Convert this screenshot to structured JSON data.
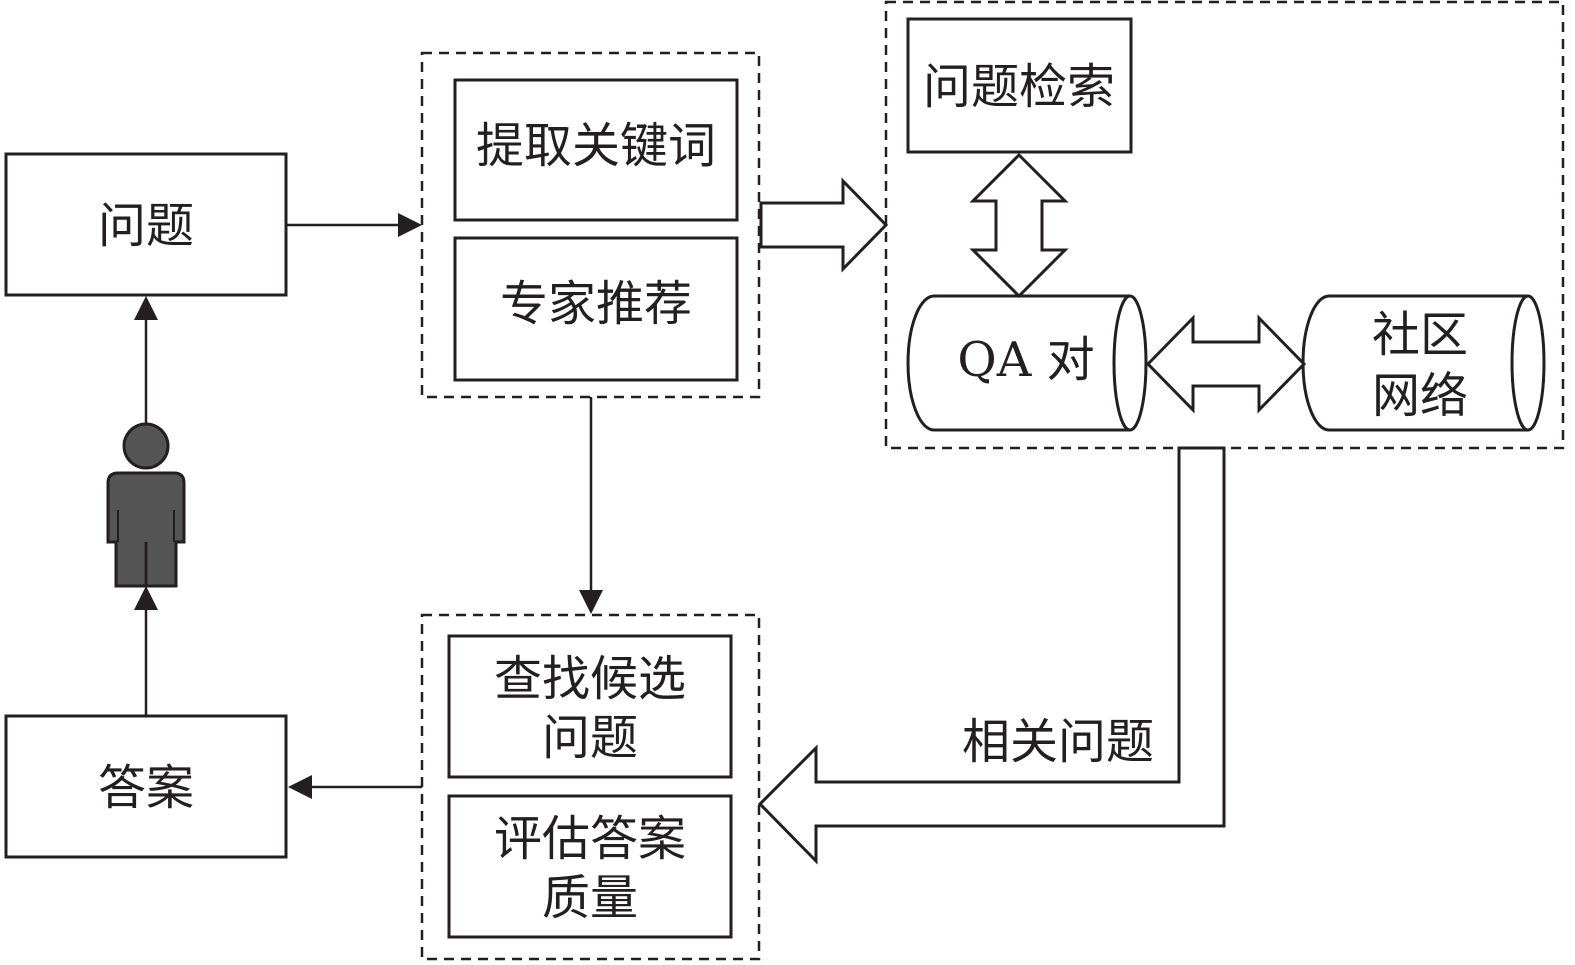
{
  "nodes": {
    "question": "问题",
    "answer": "答案",
    "extract_keywords": "提取关键词",
    "expert_recommend": "专家推荐",
    "question_retrieval": "问题检索",
    "qa_pairs": "QA 对",
    "community_network_line1": "社区",
    "community_network_line2": "网络",
    "find_candidates_line1": "查找候选",
    "find_candidates_line2": "问题",
    "evaluate_quality_line1": "评估答案",
    "evaluate_quality_line2": "质量"
  },
  "edges": {
    "related_questions": "相关问题"
  },
  "icons": {
    "user": "person-icon"
  },
  "colors": {
    "stroke": "#231f20",
    "person_fill": "#555555"
  }
}
